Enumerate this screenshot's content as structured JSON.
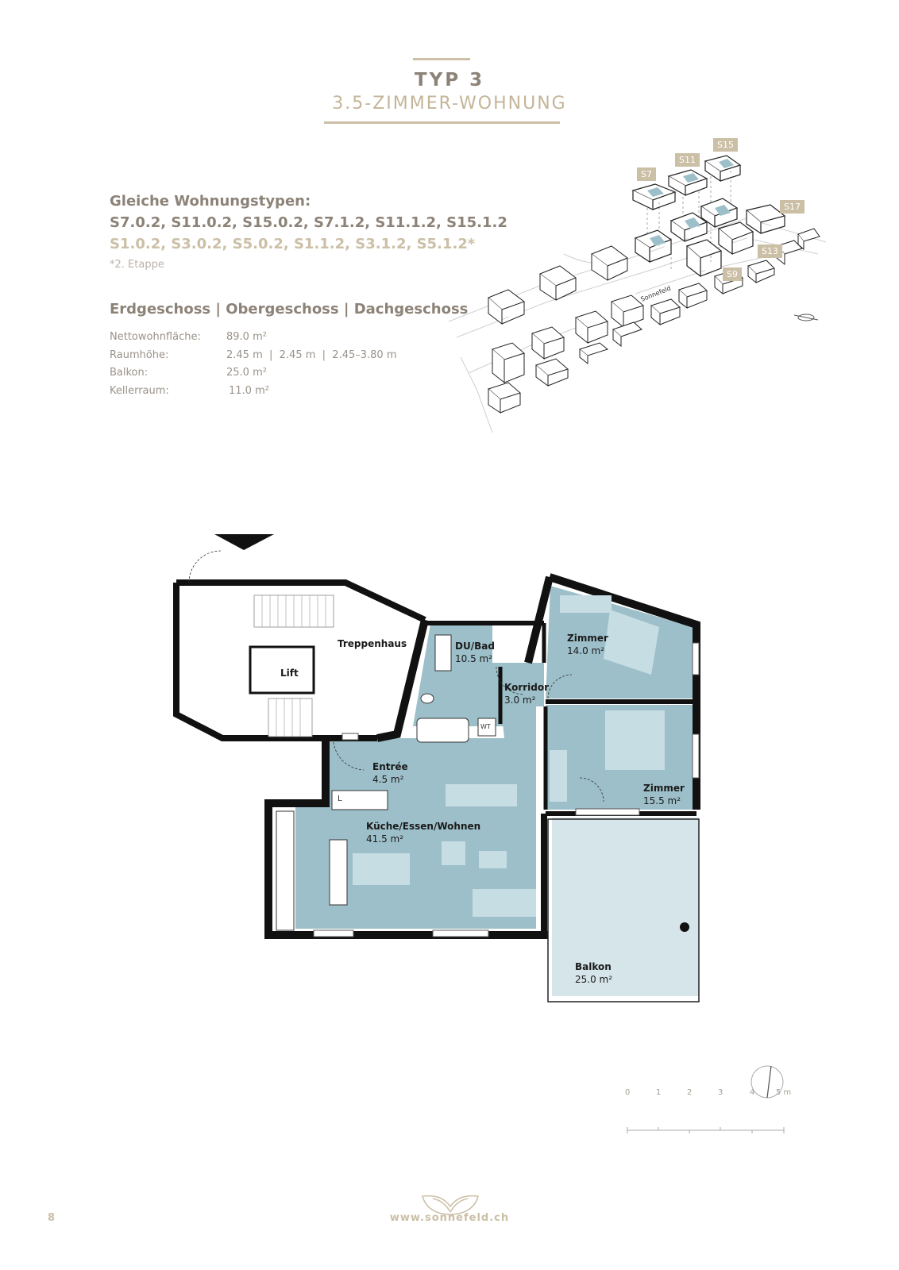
{
  "header": {
    "type": "TYP 3",
    "subtitle": "3.5-ZIMMER-WOHNUNG"
  },
  "info": {
    "same_types_label": "Gleiche Wohnungstypen:",
    "same_types_1": "S7.0.2, S11.0.2, S15.0.2, S7.1.2, S11.1.2, S15.1.2",
    "same_types_2": "S1.0.2, S3.0.2, S5.0.2, S1.1.2, S3.1.2, S5.1.2*",
    "etappe_note": "*2. Etappe",
    "floors": "Erdgeschoss | Obergeschoss | Dachgeschoss",
    "specs": [
      {
        "label": "Nettowohnfläche:",
        "value": "89.0 m²"
      },
      {
        "label": "Raumhöhe:",
        "value": "2.45 m  |  2.45 m  |  2.45–3.80 m"
      },
      {
        "label": "Balkon:",
        "value": "25.0 m²"
      },
      {
        "label": "Kellerraum:",
        "value": "11.0 m²"
      }
    ]
  },
  "site_plan": {
    "tags": [
      "S15",
      "S11",
      "S7",
      "S17",
      "S13",
      "S9"
    ],
    "street": "Sonnefeld"
  },
  "floor_plan": {
    "rooms": [
      {
        "name": "Treppenhaus",
        "area": ""
      },
      {
        "name": "Lift",
        "area": ""
      },
      {
        "name": "DU/Bad",
        "area": "10.5 m²"
      },
      {
        "name": "Korridor",
        "area": "3.0 m²"
      },
      {
        "name": "Zimmer",
        "area": "14.0 m²"
      },
      {
        "name": "Zimmer",
        "area": "15.5 m²"
      },
      {
        "name": "Entrée",
        "area": "4.5 m²"
      },
      {
        "name": "Küche/Essen/Wohnen",
        "area": "41.5 m²"
      },
      {
        "name": "Balkon",
        "area": "25.0 m²"
      }
    ],
    "fixture_labels": {
      "wt": "WT",
      "l": "L"
    }
  },
  "scale": {
    "ticks": [
      "0",
      "1",
      "2",
      "3",
      "4",
      "5 m"
    ]
  },
  "footer": {
    "page_number": "8",
    "website": "www.sonnefeld.ch"
  },
  "colors": {
    "gold": "#cbbfa6",
    "taupe": "#8c8277",
    "room_fill": "#9dbfc9",
    "balcony_fill": "#d6e5ea",
    "wall": "#111111"
  }
}
